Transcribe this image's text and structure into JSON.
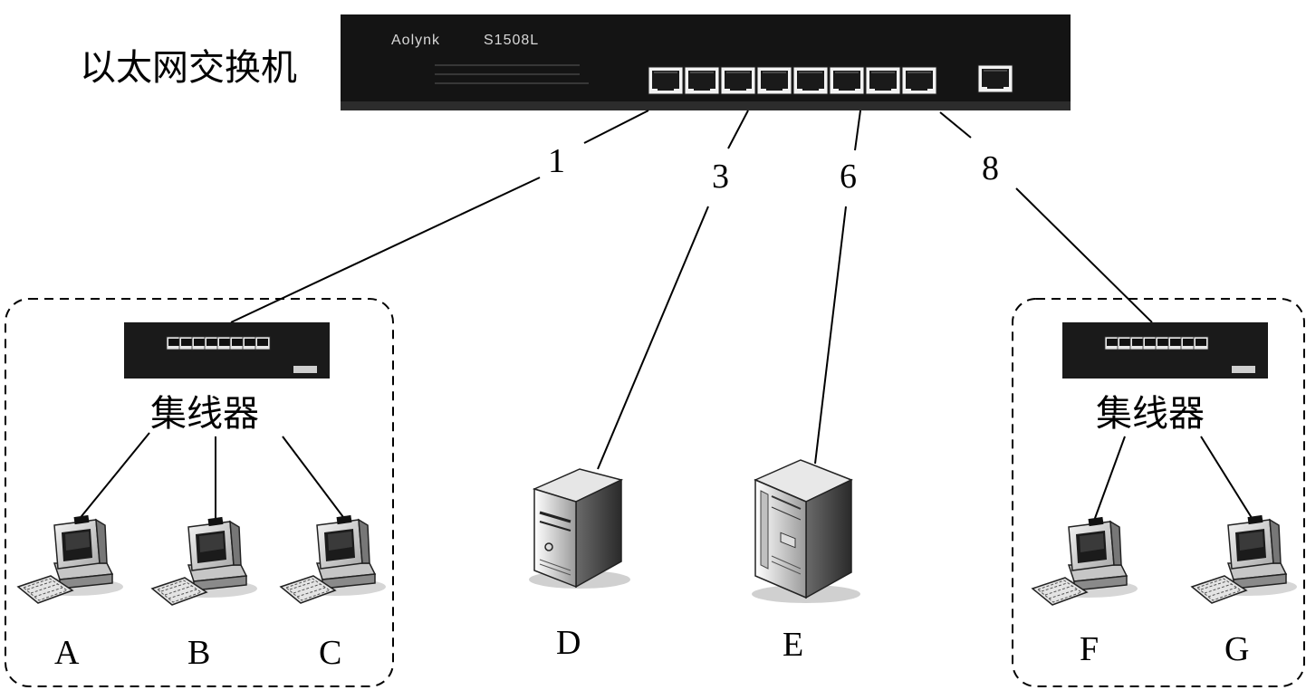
{
  "switch": {
    "title": "以太网交换机",
    "brand": "Aolynk",
    "model": "S1508L"
  },
  "ports": [
    "1",
    "3",
    "6",
    "8"
  ],
  "hubs": [
    {
      "label": "集线器"
    },
    {
      "label": "集线器"
    }
  ],
  "computers": [
    "A",
    "B",
    "C",
    "F",
    "G"
  ],
  "servers": [
    "D",
    "E"
  ]
}
